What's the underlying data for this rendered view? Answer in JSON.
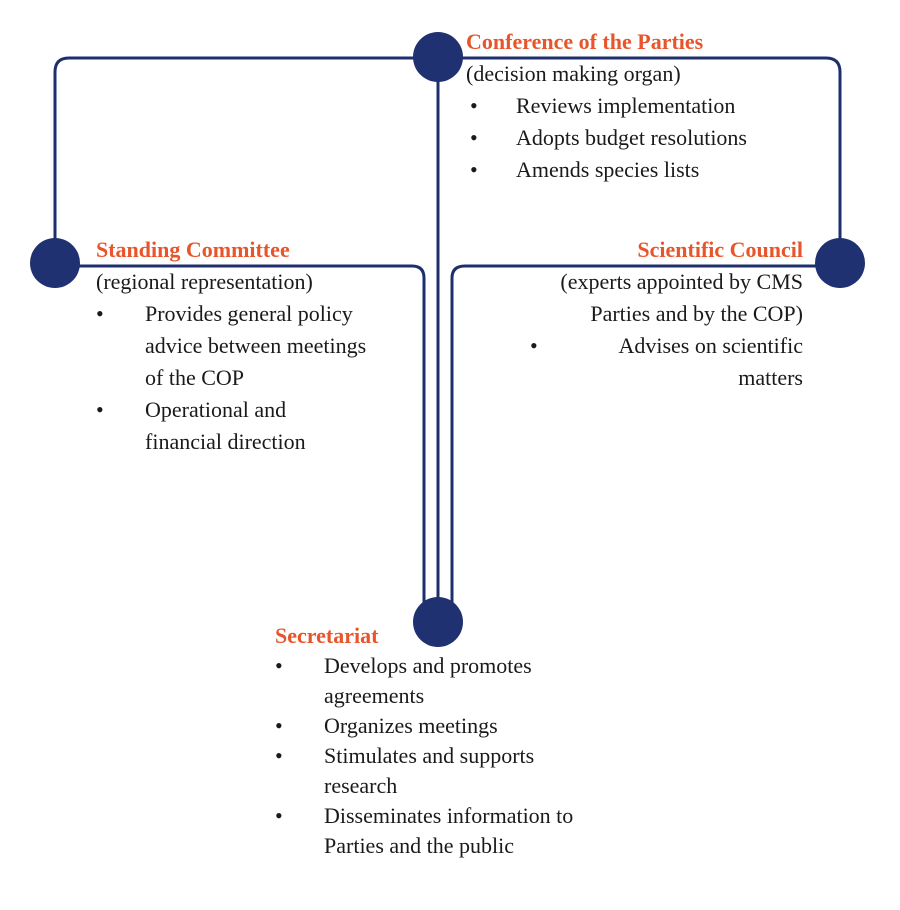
{
  "colors": {
    "line": "#1f2f6e",
    "node": "#1f3170",
    "title": "#e8552a"
  },
  "cop": {
    "title": "Conference of the Parties",
    "subtitle": "(decision making organ)",
    "items": [
      "Reviews implementation",
      "Adopts budget resolutions",
      "Amends species lists"
    ]
  },
  "standing_committee": {
    "title": "Standing Committee",
    "subtitle": "(regional representation)",
    "items": [
      "Provides general policy advice between meetings of the COP",
      "Operational and financial direction"
    ]
  },
  "scientific_council": {
    "title": "Scientific Council",
    "subtitle": "(experts appointed by CMS Parties and by the COP)",
    "items": [
      "Advises on scientific matters"
    ]
  },
  "secretariat": {
    "title": "Secretariat",
    "items": [
      "Develops and promotes agreements",
      "Organizes meetings",
      "Stimulates and supports research",
      "Disseminates information to Parties and the public"
    ]
  },
  "bullet": "•"
}
